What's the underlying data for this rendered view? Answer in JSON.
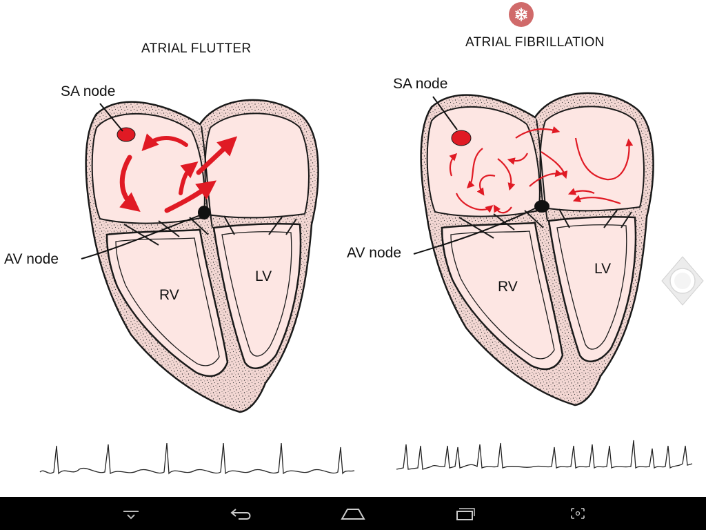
{
  "panels": {
    "flutter": {
      "title": "ATRIAL FLUTTER",
      "sa_label": "SA node",
      "av_label": "AV node",
      "rv_label": "RV",
      "lv_label": "LV"
    },
    "fibrillation": {
      "title": "ATRIAL FIBRILLATION",
      "sa_label": "SA node",
      "av_label": "AV node",
      "rv_label": "RV",
      "lv_label": "LV"
    }
  },
  "toolbar": {
    "snow_icon": "snowflake-icon",
    "accent": "#d06a6a"
  },
  "joystick": {
    "icon": "joystick-icon"
  },
  "navbar": {
    "buttons": [
      "hide-keyboard-icon",
      "back-icon",
      "home-icon",
      "recents-icon",
      "screenshot-icon"
    ]
  },
  "colors": {
    "myocardium": "#f2d6d2",
    "chamber_fill": "#fde6e3",
    "arrow_red": "#e01a24",
    "line": "#1a1a1a"
  }
}
